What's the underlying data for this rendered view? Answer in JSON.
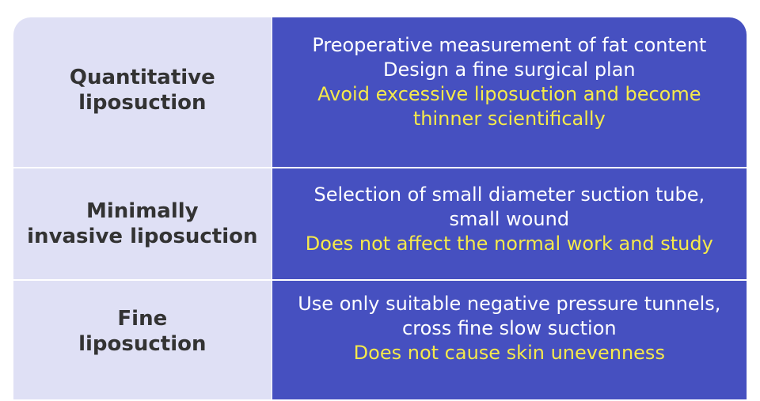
{
  "rows": [
    {
      "title": [
        "Quantitative",
        "liposuction"
      ],
      "white_lines": [
        "Preoperative measurement of fat content",
        "Design a fine surgical plan"
      ],
      "yellow_lines": [
        "Avoid excessive liposuction and become",
        "thinner scientifically"
      ]
    },
    {
      "title": [
        "Minimally",
        "invasive liposuction"
      ],
      "white_lines": [
        "Selection of small diameter suction tube,",
        "small wound"
      ],
      "yellow_lines": [
        "Does not affect the normal work and study"
      ]
    },
    {
      "title": [
        "Fine",
        "liposuction"
      ],
      "white_lines": [
        "Use only suitable negative pressure tunnels,",
        "cross fine slow suction"
      ],
      "yellow_lines": [
        "Does not cause skin unevenness"
      ]
    }
  ],
  "colors": {
    "left_bg": "#dfe0f5",
    "right_bg": "#4650c0",
    "title_text": "#333333",
    "highlight_text": "#f6ea4a",
    "body_text": "#ffffff"
  }
}
